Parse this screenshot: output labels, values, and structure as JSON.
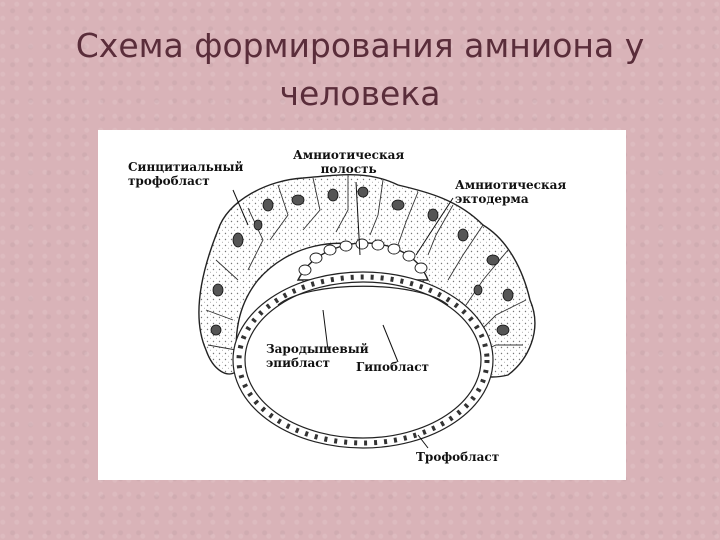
{
  "slide": {
    "title_line1": "Схема формирования амниона у",
    "title_line2": "человека"
  },
  "diagram": {
    "labels": {
      "syncytio_1": "Синцитиальный",
      "syncytio_2": "трофобласт",
      "amnio_cavity_1": "Амниотическая",
      "amnio_cavity_2": "полость",
      "amnio_ecto_1": "Амниотическая",
      "amnio_ecto_2": "эктодерма",
      "epiblast_1": "Зародышевый",
      "epiblast_2": "эпибласт",
      "hypoblast": "Гипобласт",
      "trophoblast": "Трофобласт"
    }
  }
}
